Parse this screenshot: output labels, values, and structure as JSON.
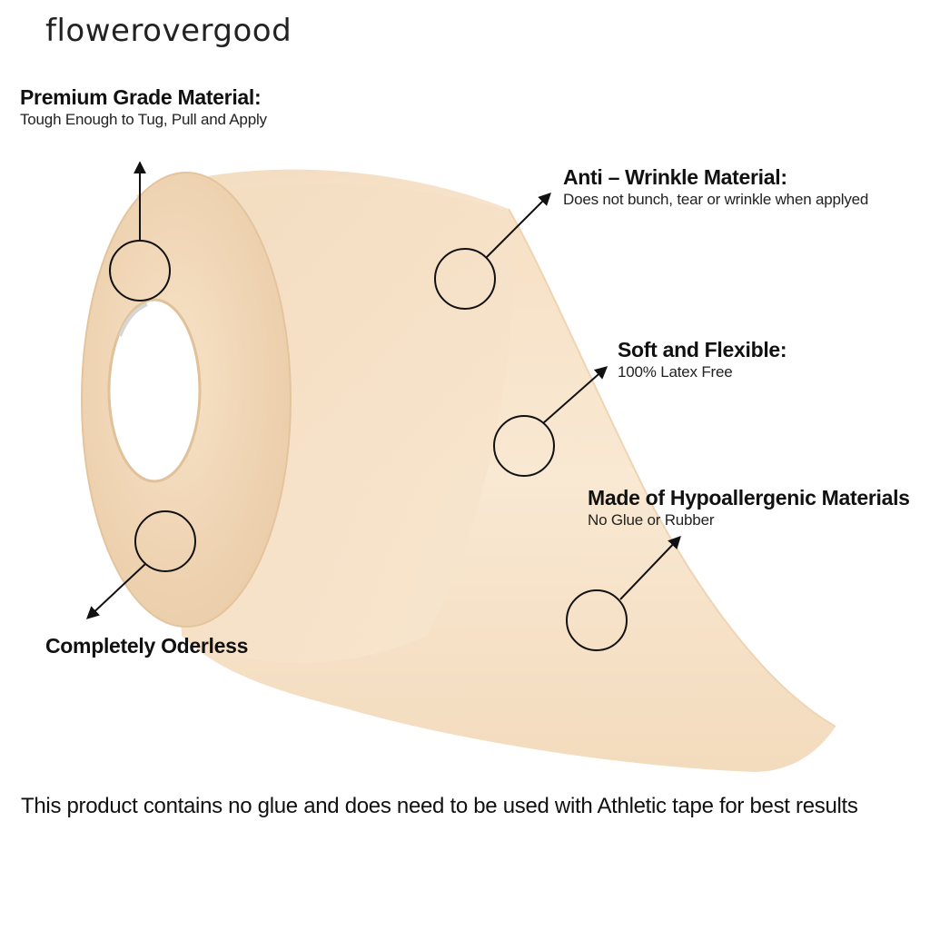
{
  "watermark": "flowerovergood",
  "product": "foam underwrap tape roll",
  "callouts": {
    "premium": {
      "title": "Premium Grade Material:",
      "subtitle": "Tough Enough to Tug, Pull and Apply"
    },
    "anti_wrinkle": {
      "title": "Anti – Wrinkle Material:",
      "subtitle": "Does not bunch, tear or wrinkle when applyed"
    },
    "soft": {
      "title": "Soft and Flexible:",
      "subtitle": "100% Latex Free"
    },
    "hypo": {
      "title": "Made of Hypoallergenic Materials",
      "subtitle": "No Glue or Rubber"
    },
    "odorless": {
      "title": "Completely Oderless"
    }
  },
  "footer": "This product contains no glue and does need to be used with Athletic tape for best results",
  "colors": {
    "tape": "#f6dfc2",
    "tape_shadow": "#e9caa5",
    "text": "#111111",
    "line": "#111111"
  }
}
